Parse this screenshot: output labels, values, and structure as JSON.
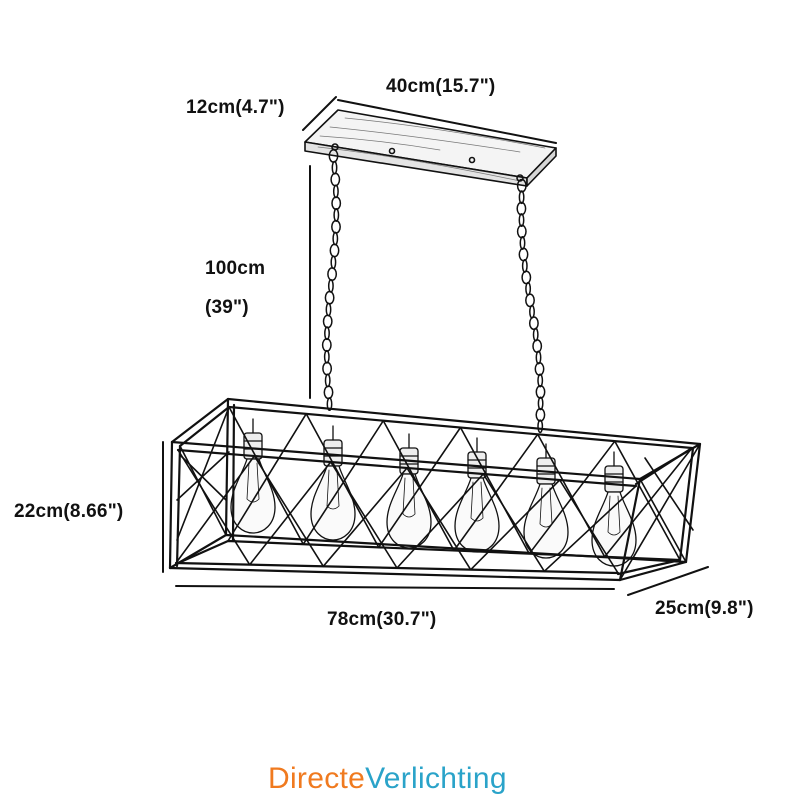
{
  "dimensions": {
    "top_width": "40cm(15.7\")",
    "top_depth": "12cm(4.7\")",
    "chain_length_cm": "100cm",
    "chain_length_in": "(39\")",
    "height": "22cm(8.66\")",
    "length": "78cm(30.7\")",
    "depth": "25cm(9.8\")"
  },
  "brand": {
    "part1": "Directe",
    "part2": "Verlichting",
    "color1": "#f07a1f",
    "color2": "#2aa3c9"
  },
  "illustration": {
    "subject": "rectangular cage pendant lamp with six bulbs hanging on two chains",
    "bulb_count": 6
  }
}
